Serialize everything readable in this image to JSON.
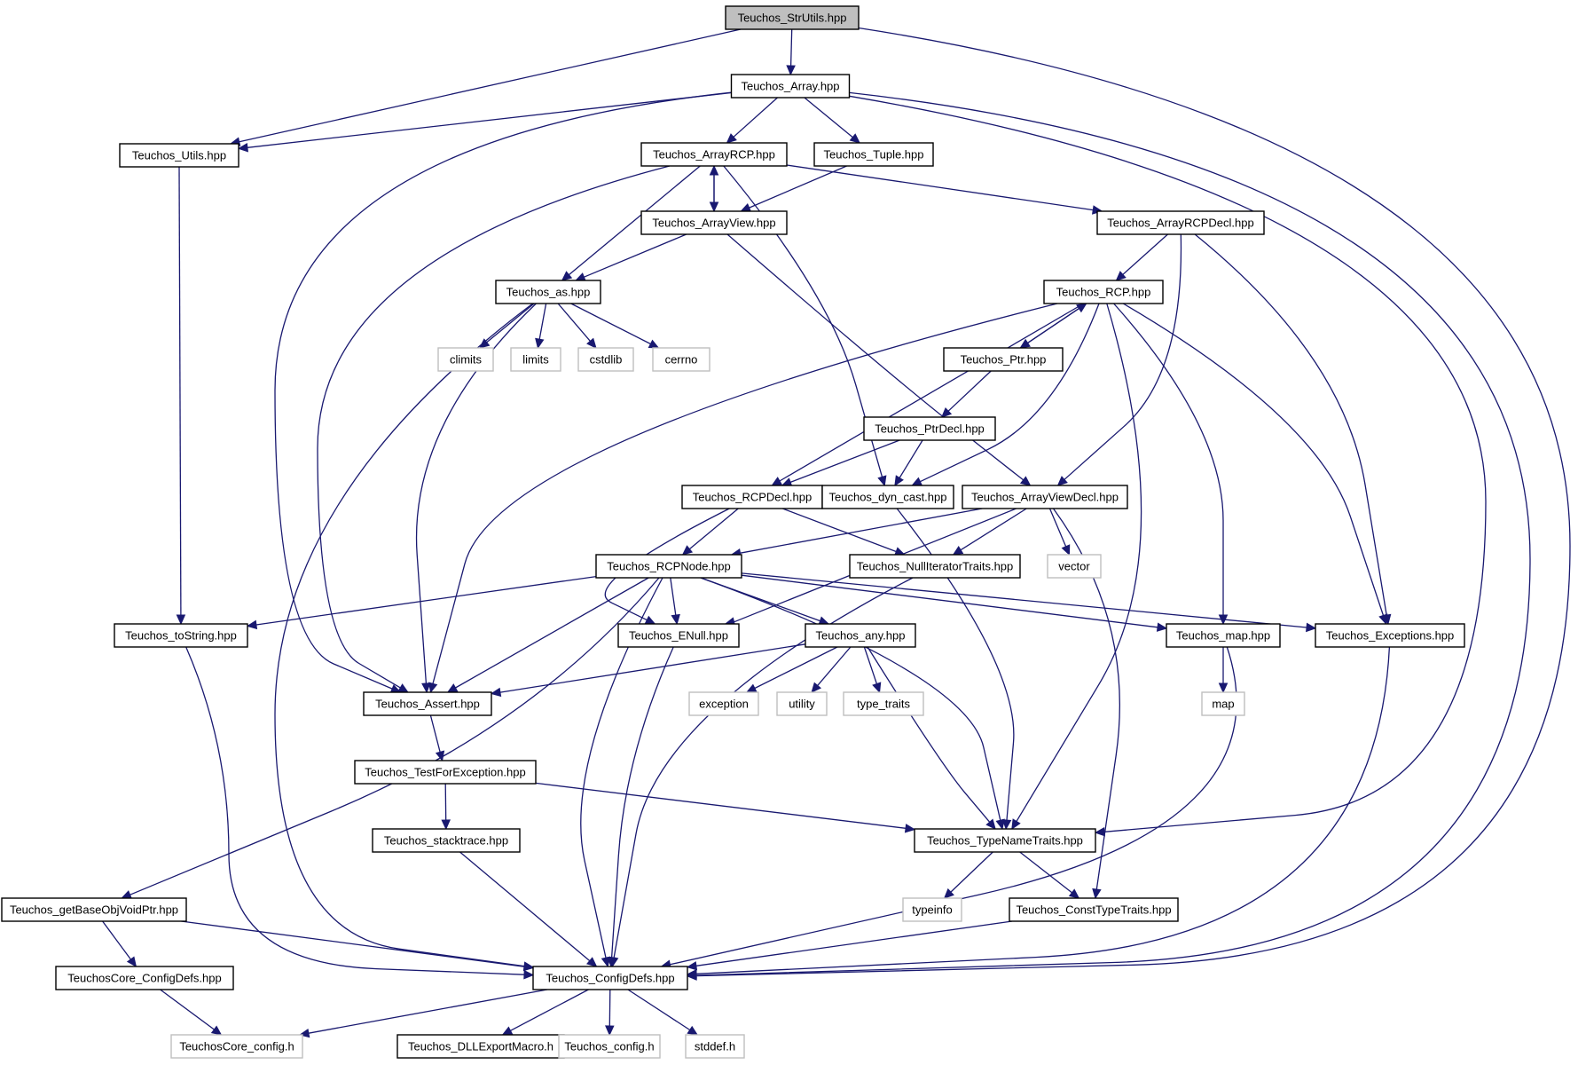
{
  "diagram": {
    "edge_color": "#191970",
    "nodes": [
      {
        "id": "strutils",
        "label": "Teuchos_StrUtils.hpp",
        "kind": "root"
      },
      {
        "id": "array",
        "label": "Teuchos_Array.hpp",
        "kind": "local"
      },
      {
        "id": "utils",
        "label": "Teuchos_Utils.hpp",
        "kind": "local"
      },
      {
        "id": "arrayrcp",
        "label": "Teuchos_ArrayRCP.hpp",
        "kind": "local"
      },
      {
        "id": "tuple",
        "label": "Teuchos_Tuple.hpp",
        "kind": "local"
      },
      {
        "id": "arrayview",
        "label": "Teuchos_ArrayView.hpp",
        "kind": "local"
      },
      {
        "id": "arrayrcpdecl",
        "label": "Teuchos_ArrayRCPDecl.hpp",
        "kind": "local"
      },
      {
        "id": "as",
        "label": "Teuchos_as.hpp",
        "kind": "local"
      },
      {
        "id": "rcp",
        "label": "Teuchos_RCP.hpp",
        "kind": "local"
      },
      {
        "id": "climits",
        "label": "climits",
        "kind": "system"
      },
      {
        "id": "limits",
        "label": "limits",
        "kind": "system"
      },
      {
        "id": "cstdlib",
        "label": "cstdlib",
        "kind": "system"
      },
      {
        "id": "cerrno",
        "label": "cerrno",
        "kind": "system"
      },
      {
        "id": "ptr",
        "label": "Teuchos_Ptr.hpp",
        "kind": "local"
      },
      {
        "id": "ptrdecl",
        "label": "Teuchos_PtrDecl.hpp",
        "kind": "local"
      },
      {
        "id": "rcpdecl",
        "label": "Teuchos_RCPDecl.hpp",
        "kind": "local"
      },
      {
        "id": "dyncast",
        "label": "Teuchos_dyn_cast.hpp",
        "kind": "local"
      },
      {
        "id": "arrayviewdecl",
        "label": "Teuchos_ArrayViewDecl.hpp",
        "kind": "local"
      },
      {
        "id": "rcpnode",
        "label": "Teuchos_RCPNode.hpp",
        "kind": "local"
      },
      {
        "id": "nulliter",
        "label": "Teuchos_NullIteratorTraits.hpp",
        "kind": "local"
      },
      {
        "id": "vector",
        "label": "vector",
        "kind": "system"
      },
      {
        "id": "tostring",
        "label": "Teuchos_toString.hpp",
        "kind": "local"
      },
      {
        "id": "enull",
        "label": "Teuchos_ENull.hpp",
        "kind": "local"
      },
      {
        "id": "any",
        "label": "Teuchos_any.hpp",
        "kind": "local"
      },
      {
        "id": "map",
        "label": "Teuchos_map.hpp",
        "kind": "local"
      },
      {
        "id": "exceptions",
        "label": "Teuchos_Exceptions.hpp",
        "kind": "local"
      },
      {
        "id": "assert",
        "label": "Teuchos_Assert.hpp",
        "kind": "local"
      },
      {
        "id": "exception",
        "label": "exception",
        "kind": "system"
      },
      {
        "id": "utility",
        "label": "utility",
        "kind": "system"
      },
      {
        "id": "typetraits",
        "label": "type_traits",
        "kind": "system"
      },
      {
        "id": "stdmap",
        "label": "map",
        "kind": "system"
      },
      {
        "id": "testforexc",
        "label": "Teuchos_TestForException.hpp",
        "kind": "local"
      },
      {
        "id": "stacktrace",
        "label": "Teuchos_stacktrace.hpp",
        "kind": "local"
      },
      {
        "id": "typenametraits",
        "label": "Teuchos_TypeNameTraits.hpp",
        "kind": "local"
      },
      {
        "id": "getbase",
        "label": "Teuchos_getBaseObjVoidPtr.hpp",
        "kind": "local"
      },
      {
        "id": "typeinfo",
        "label": "typeinfo",
        "kind": "system"
      },
      {
        "id": "consttypetraits",
        "label": "Teuchos_ConstTypeTraits.hpp",
        "kind": "local"
      },
      {
        "id": "coreconfigdefs",
        "label": "TeuchosCore_ConfigDefs.hpp",
        "kind": "local"
      },
      {
        "id": "configdefs",
        "label": "Teuchos_ConfigDefs.hpp",
        "kind": "local"
      },
      {
        "id": "coreconfig",
        "label": "TeuchosCore_config.h",
        "kind": "system"
      },
      {
        "id": "dllexport",
        "label": "Teuchos_DLLExportMacro.h",
        "kind": "local"
      },
      {
        "id": "config",
        "label": "Teuchos_config.h",
        "kind": "system"
      },
      {
        "id": "stddef",
        "label": "stddef.h",
        "kind": "system"
      }
    ],
    "edges": [
      [
        "strutils",
        "array"
      ],
      [
        "strutils",
        "utils"
      ],
      [
        "strutils",
        "configdefs"
      ],
      [
        "array",
        "utils"
      ],
      [
        "array",
        "arrayrcp"
      ],
      [
        "array",
        "tuple"
      ],
      [
        "array",
        "assert"
      ],
      [
        "array",
        "typenametraits"
      ],
      [
        "array",
        "configdefs"
      ],
      [
        "utils",
        "tostring"
      ],
      [
        "arrayrcp",
        "arrayview"
      ],
      [
        "arrayrcp",
        "arrayrcpdecl"
      ],
      [
        "arrayrcp",
        "as"
      ],
      [
        "arrayrcp",
        "assert"
      ],
      [
        "arrayrcp",
        "dyncast"
      ],
      [
        "tuple",
        "arrayview"
      ],
      [
        "arrayview",
        "arrayrcp"
      ],
      [
        "arrayview",
        "as"
      ],
      [
        "arrayview",
        "arrayviewdecl"
      ],
      [
        "arrayrcpdecl",
        "rcp"
      ],
      [
        "arrayrcpdecl",
        "arrayviewdecl"
      ],
      [
        "arrayrcpdecl",
        "exceptions"
      ],
      [
        "as",
        "climits"
      ],
      [
        "as",
        "limits"
      ],
      [
        "as",
        "cstdlib"
      ],
      [
        "as",
        "cerrno"
      ],
      [
        "as",
        "assert"
      ],
      [
        "as",
        "configdefs"
      ],
      [
        "rcp",
        "ptr"
      ],
      [
        "rcp",
        "rcpdecl"
      ],
      [
        "rcp",
        "dyncast"
      ],
      [
        "rcp",
        "assert"
      ],
      [
        "rcp",
        "typenametraits"
      ],
      [
        "rcp",
        "map"
      ],
      [
        "rcp",
        "exceptions"
      ],
      [
        "ptr",
        "rcp"
      ],
      [
        "ptr",
        "ptrdecl"
      ],
      [
        "ptrdecl",
        "rcpdecl"
      ],
      [
        "ptrdecl",
        "dyncast"
      ],
      [
        "rcpdecl",
        "rcpnode"
      ],
      [
        "rcpdecl",
        "nulliter"
      ],
      [
        "rcpdecl",
        "enull"
      ],
      [
        "dyncast",
        "typenametraits"
      ],
      [
        "arrayviewdecl",
        "rcpnode"
      ],
      [
        "arrayviewdecl",
        "nulliter"
      ],
      [
        "arrayviewdecl",
        "enull"
      ],
      [
        "arrayviewdecl",
        "vector"
      ],
      [
        "arrayviewdecl",
        "consttypetraits"
      ],
      [
        "rcpnode",
        "tostring"
      ],
      [
        "rcpnode",
        "enull"
      ],
      [
        "rcpnode",
        "any"
      ],
      [
        "rcpnode",
        "map"
      ],
      [
        "rcpnode",
        "exceptions"
      ],
      [
        "rcpnode",
        "assert"
      ],
      [
        "rcpnode",
        "typenametraits"
      ],
      [
        "rcpnode",
        "getbase"
      ],
      [
        "rcpnode",
        "configdefs"
      ],
      [
        "nulliter",
        "configdefs"
      ],
      [
        "tostring",
        "configdefs"
      ],
      [
        "enull",
        "configdefs"
      ],
      [
        "any",
        "assert"
      ],
      [
        "any",
        "exception"
      ],
      [
        "any",
        "utility"
      ],
      [
        "any",
        "typetraits"
      ],
      [
        "any",
        "typenametraits"
      ],
      [
        "map",
        "stdmap"
      ],
      [
        "map",
        "configdefs"
      ],
      [
        "exceptions",
        "configdefs"
      ],
      [
        "assert",
        "testforexc"
      ],
      [
        "testforexc",
        "stacktrace"
      ],
      [
        "testforexc",
        "typenametraits"
      ],
      [
        "stacktrace",
        "configdefs"
      ],
      [
        "typenametraits",
        "typeinfo"
      ],
      [
        "typenametraits",
        "consttypetraits"
      ],
      [
        "getbase",
        "coreconfigdefs"
      ],
      [
        "getbase",
        "configdefs"
      ],
      [
        "consttypetraits",
        "configdefs"
      ],
      [
        "coreconfigdefs",
        "coreconfig"
      ],
      [
        "configdefs",
        "coreconfig"
      ],
      [
        "configdefs",
        "dllexport"
      ],
      [
        "configdefs",
        "config"
      ],
      [
        "configdefs",
        "stddef"
      ]
    ]
  }
}
